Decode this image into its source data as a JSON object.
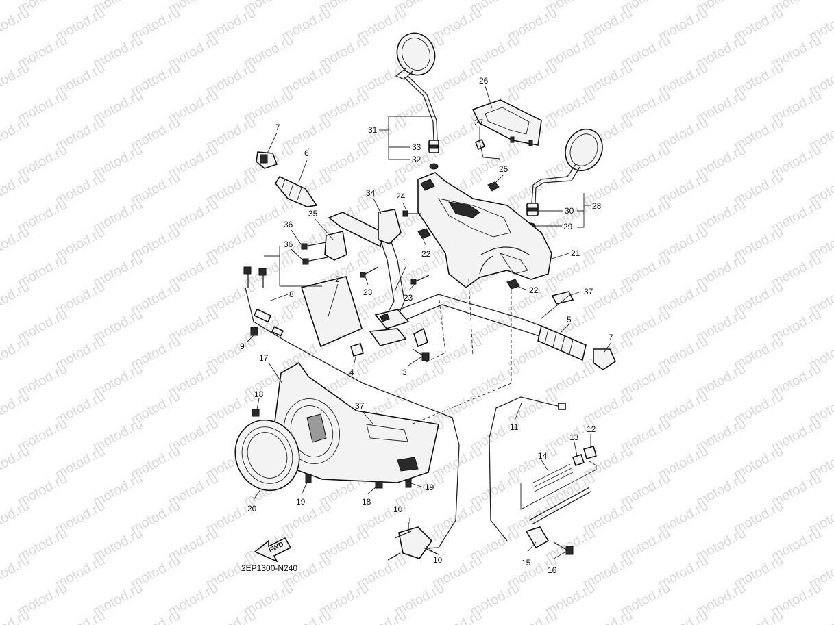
{
  "watermark": "motod.ru",
  "diagram_code": "2EP1300-N240",
  "fwd_label": "FWD",
  "callouts": [
    {
      "id": "c1",
      "text": "1"
    },
    {
      "id": "c2",
      "text": "2"
    },
    {
      "id": "c3",
      "text": "3"
    },
    {
      "id": "c4",
      "text": "4"
    },
    {
      "id": "c5",
      "text": "5"
    },
    {
      "id": "c6",
      "text": "6"
    },
    {
      "id": "c7a",
      "text": "7"
    },
    {
      "id": "c7b",
      "text": "7"
    },
    {
      "id": "c8",
      "text": "8"
    },
    {
      "id": "c9",
      "text": "9"
    },
    {
      "id": "c10a",
      "text": "10"
    },
    {
      "id": "c10b",
      "text": "10"
    },
    {
      "id": "c11",
      "text": "11"
    },
    {
      "id": "c12",
      "text": "12"
    },
    {
      "id": "c13",
      "text": "13"
    },
    {
      "id": "c14",
      "text": "14"
    },
    {
      "id": "c15",
      "text": "15"
    },
    {
      "id": "c16",
      "text": "16"
    },
    {
      "id": "c17",
      "text": "17"
    },
    {
      "id": "c18a",
      "text": "18"
    },
    {
      "id": "c18b",
      "text": "18"
    },
    {
      "id": "c19a",
      "text": "19"
    },
    {
      "id": "c19b",
      "text": "19"
    },
    {
      "id": "c20",
      "text": "20"
    },
    {
      "id": "c21",
      "text": "21"
    },
    {
      "id": "c22a",
      "text": "22"
    },
    {
      "id": "c22b",
      "text": "22"
    },
    {
      "id": "c23a",
      "text": "23"
    },
    {
      "id": "c23b",
      "text": "23"
    },
    {
      "id": "c24",
      "text": "24"
    },
    {
      "id": "c25",
      "text": "25"
    },
    {
      "id": "c26",
      "text": "26"
    },
    {
      "id": "c27",
      "text": "27"
    },
    {
      "id": "c28",
      "text": "28"
    },
    {
      "id": "c29",
      "text": "29"
    },
    {
      "id": "c30",
      "text": "30"
    },
    {
      "id": "c31",
      "text": "31"
    },
    {
      "id": "c32",
      "text": "32"
    },
    {
      "id": "c33",
      "text": "33"
    },
    {
      "id": "c34",
      "text": "34"
    },
    {
      "id": "c35",
      "text": "35"
    },
    {
      "id": "c36a",
      "text": "36"
    },
    {
      "id": "c36b",
      "text": "36"
    },
    {
      "id": "c37a",
      "text": "37"
    },
    {
      "id": "c37b",
      "text": "37"
    }
  ]
}
